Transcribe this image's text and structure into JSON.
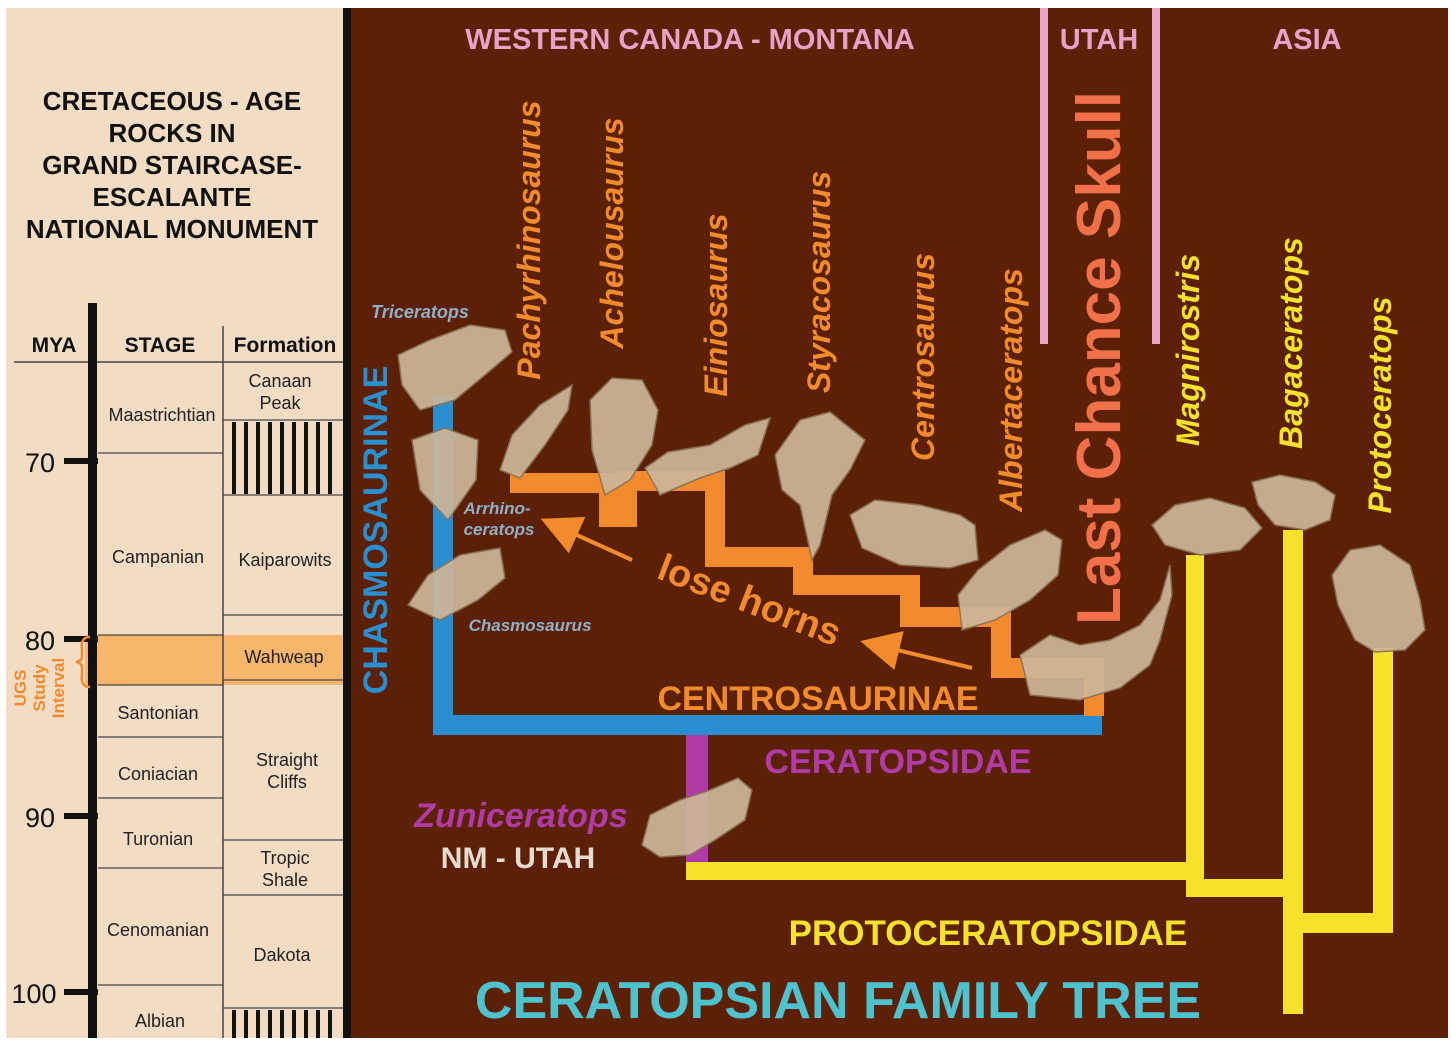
{
  "colors": {
    "left_panel_bg": "#f3dcc4",
    "right_panel_bg": "#5c2105",
    "study_band": "#f8b56c",
    "orange": "#f28a2e",
    "blue": "#2a8fd1",
    "magenta": "#b03ba6",
    "yellow": "#f6e22a",
    "pink_line": "#e7a6c6",
    "teal_title": "#4ec3cf",
    "region_text": "#e6a2c8",
    "skull": "#cdb79a"
  },
  "left_panel": {
    "title_lines": [
      "CRETACEOUS - AGE",
      "ROCKS IN",
      "GRAND STAIRCASE-",
      "ESCALANTE",
      "NATIONAL MONUMENT"
    ],
    "headers": {
      "mya": "MYA",
      "stage": "STAGE",
      "formation": "Formation"
    },
    "mya_ticks": [
      {
        "label": "70",
        "value": 70
      },
      {
        "label": "80",
        "value": 80
      },
      {
        "label": "90",
        "value": 90
      },
      {
        "label": "100",
        "value": 100
      }
    ],
    "study_interval": [
      "UGS",
      "Study",
      "Interval"
    ],
    "stages": [
      {
        "name": "Maastrichtian"
      },
      {
        "name": "Campanian"
      },
      {
        "name": ""
      },
      {
        "name": "Santonian"
      },
      {
        "name": "Coniacian"
      },
      {
        "name": "Turonian"
      },
      {
        "name": "Cenomanian"
      },
      {
        "name": "Albian"
      }
    ],
    "formations": [
      {
        "lines": [
          "Canaan",
          "Peak"
        ]
      },
      {
        "lines": [],
        "hatched": true
      },
      {
        "lines": [
          "Kaiparowits"
        ]
      },
      {
        "lines": [
          "Wahweap"
        ]
      },
      {
        "lines": [
          "Straight",
          "Cliffs"
        ]
      },
      {
        "lines": [
          "Tropic",
          "Shale"
        ]
      },
      {
        "lines": [
          "Dakota"
        ]
      },
      {
        "lines": [],
        "hatched": true
      }
    ]
  },
  "regions": {
    "west": "WESTERN CANADA - MONTANA",
    "utah": "UTAH",
    "asia": "ASIA"
  },
  "clades": {
    "chasmosaurinae": "CHASMOSAURINAE",
    "centrosaurinae": "CENTROSAURINAE",
    "ceratopsidae": "CERATOPSIDAE",
    "protoceratopsidae": "PROTOCERATOPSIDAE"
  },
  "taxa": {
    "triceratops": "Triceratops",
    "arrhinoceratops": [
      "Arrhino-",
      "ceratops"
    ],
    "chasmosaurus": "Chasmosaurus",
    "pachyrhinosaurus": "Pachyrhinosaurus",
    "achelousaurus": "Achelousaurus",
    "einiosaurus": "Einiosaurus",
    "styracosaurus": "Styracosaurus",
    "centrosaurus": "Centrosaurus",
    "albertaceratops": "Albertaceratops",
    "last_chance_skull": "Last Chance Skull",
    "magnirostris": "Magnirostris",
    "bagaceratops": "Bagaceratops",
    "protoceratops": "Protoceratops",
    "zuniceratops": "Zuniceratops",
    "zuniceratops_locality": "NM - UTAH"
  },
  "annotation": "lose horns",
  "main_title": "CERATOPSIAN FAMILY TREE"
}
